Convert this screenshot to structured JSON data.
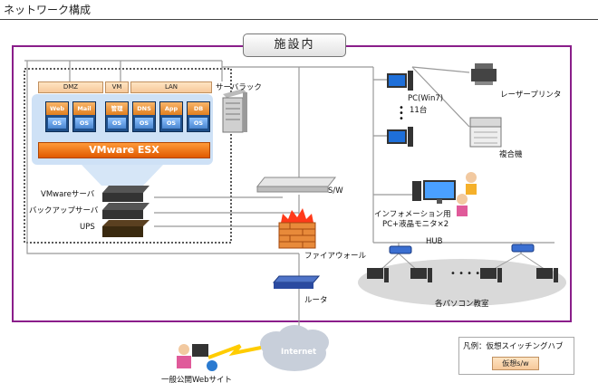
{
  "header": {
    "title": "ネットワーク構成"
  },
  "facility_label": "施設内",
  "rack": {
    "segments": {
      "dmz": "DMZ",
      "vm": "VM",
      "lan": "LAN"
    },
    "label": "サーバラック",
    "vms": [
      {
        "name": "Web",
        "os": "OS"
      },
      {
        "name": "Mail",
        "os": "OS"
      },
      {
        "name": "管理",
        "os": "OS"
      },
      {
        "name": "DNS",
        "os": "OS"
      },
      {
        "name": "App",
        "os": "OS"
      },
      {
        "name": "DB",
        "os": "OS"
      }
    ],
    "hypervisor": "VMware ESX",
    "servers": [
      "VMwareサーバ",
      "バックアップサーバ",
      "UPS"
    ]
  },
  "network": {
    "switch": "S/W",
    "firewall": "ファイアウォール",
    "router": "ルータ",
    "internet": "Internet",
    "public_site": "一般公開Webサイト"
  },
  "devices": {
    "pc": "PC(Win7)",
    "pc_count": "11台",
    "printer": "レーザープリンタ",
    "mfp": "複合機",
    "info_pc_line1": "インフォメーション用",
    "info_pc_line2": "PC+液晶モニタ×2",
    "hub": "HUB",
    "classroom": "各パソコン教室"
  },
  "legend": {
    "title": "凡例：仮想スイッチングハブ",
    "chip": "仮想s/w"
  },
  "colors": {
    "facility_border": "#8a1e8a",
    "accent_orange": "#e06a10",
    "vm_blue": "#1f4f8a"
  }
}
